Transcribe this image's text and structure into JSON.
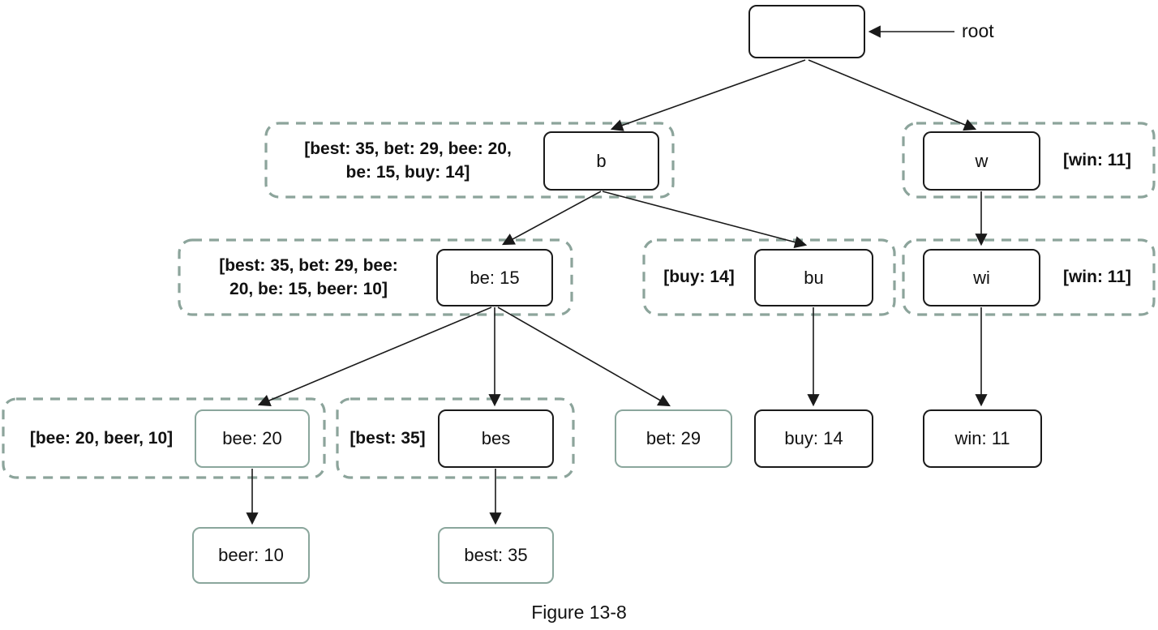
{
  "caption": "Figure 13-8",
  "root_pointer_label": "root",
  "nodes": {
    "root": "",
    "b": "b",
    "w": "w",
    "be": "be: 15",
    "bu": "bu",
    "wi": "wi",
    "bee": "bee: 20",
    "bes": "bes",
    "bet": "bet: 29",
    "buy": "buy: 14",
    "win": "win: 11",
    "beer": "beer: 10",
    "best": "best: 35"
  },
  "annotations": {
    "b": {
      "line1": "[best: 35, bet: 29, bee: 20,",
      "line2": "be: 15, buy: 14]"
    },
    "w": {
      "line1": "[win: 11]"
    },
    "be": {
      "line1": "[best: 35, bet: 29, bee:",
      "line2": "20, be: 15, beer: 10]"
    },
    "bu": {
      "line1": "[buy: 14]"
    },
    "wi": {
      "line1": "[win: 11]"
    },
    "bee": {
      "line1": "[bee: 20, beer, 10]"
    },
    "bes": {
      "line1": "[best: 35]"
    }
  },
  "colors": {
    "dashed_box": "#8ca49b",
    "accent_node_border": "#8aa69c",
    "node_border": "#1a1a1a",
    "text": "#111111",
    "background": "#ffffff"
  }
}
